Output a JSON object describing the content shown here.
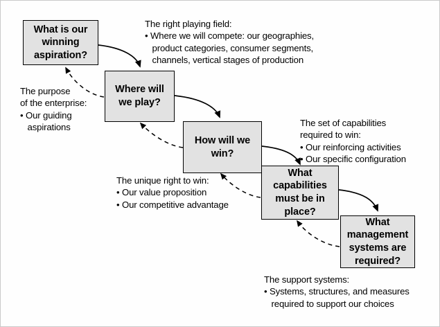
{
  "diagram": {
    "title": "Strategic Choice Cascade",
    "colors": {
      "node_fill": "#e2e2e2",
      "node_border": "#000000",
      "arrow_solid": "#000000",
      "arrow_dashed": "#000000",
      "page_border": "#c9c9c9",
      "text": "#000000"
    },
    "nodes": [
      {
        "id": "winning-aspiration",
        "label": "What is our\nwinning\naspiration?"
      },
      {
        "id": "where-to-play",
        "label": "Where will we\nplay?"
      },
      {
        "id": "how-to-win",
        "label": "How will we\nwin?"
      },
      {
        "id": "capabilities",
        "label": "What\ncapabilities\nmust be in\nplace?"
      },
      {
        "id": "management-systems",
        "label": "What\nmanagement\nsystems are\nrequired?"
      }
    ],
    "notes": [
      {
        "id": "right-playing-field",
        "text": "The right playing field:\n• Where we will compete: our geographies,\n   product categories, consumer segments,\n   channels, vertical stages of production"
      },
      {
        "id": "purpose-of-enterprise",
        "text": "The purpose\nof the enterprise:\n• Our guiding\n   aspirations"
      },
      {
        "id": "set-of-capabilities",
        "text": "The set of capabilities\nrequired to win:\n• Our reinforcing activities\n• Our specific configuration"
      },
      {
        "id": "unique-right-to-win",
        "text": "The unique right to win:\n• Our value proposition\n• Our competitive advantage"
      },
      {
        "id": "support-systems",
        "text": "The support systems:\n• Systems, structures, and measures\n   required to support our choices"
      }
    ]
  }
}
